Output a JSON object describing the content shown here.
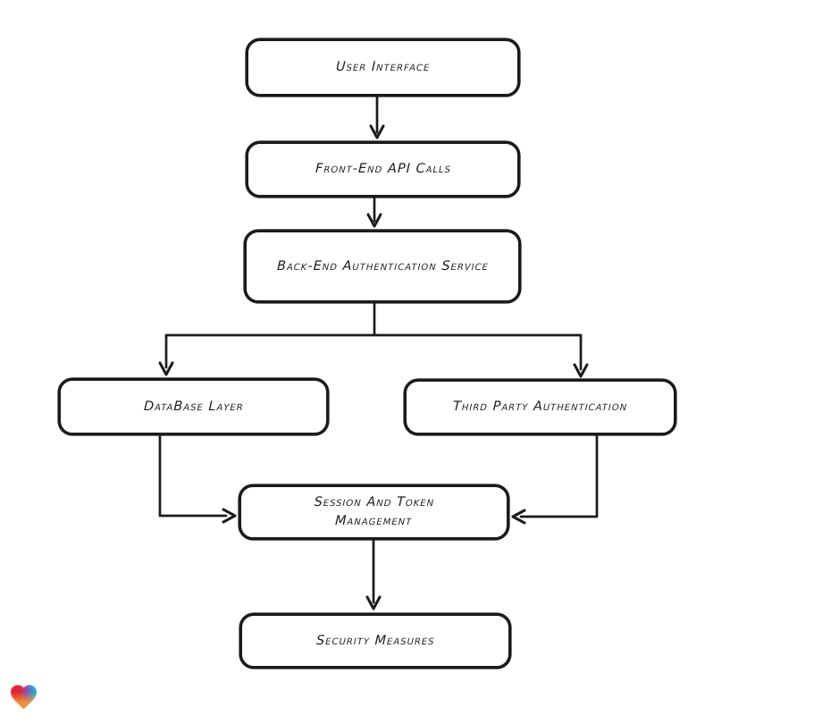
{
  "page": {
    "background_color": "#ffffff"
  },
  "diagram": {
    "stroke_color": "#1b1b1b",
    "node_fill_color": "#ffffff",
    "nodes": [
      {
        "id": "user-interface",
        "label": "User Interface"
      },
      {
        "id": "front-end-api-calls",
        "label": "Front-End API Calls"
      },
      {
        "id": "back-end-authentication-service",
        "label": "Back-End Authentication Service"
      },
      {
        "id": "database-layer",
        "label": "DataBase Layer"
      },
      {
        "id": "third-party-authentication",
        "label": "Third Party Authentication"
      },
      {
        "id": "session-and-token-management",
        "label": "Session And Token Management"
      },
      {
        "id": "security-measures",
        "label": "Security Measures"
      }
    ],
    "edges": [
      {
        "from": "user-interface",
        "to": "front-end-api-calls"
      },
      {
        "from": "front-end-api-calls",
        "to": "back-end-authentication-service"
      },
      {
        "from": "back-end-authentication-service",
        "to": "database-layer"
      },
      {
        "from": "back-end-authentication-service",
        "to": "third-party-authentication"
      },
      {
        "from": "database-layer",
        "to": "session-and-token-management"
      },
      {
        "from": "third-party-authentication",
        "to": "session-and-token-management"
      },
      {
        "from": "session-and-token-management",
        "to": "security-measures"
      }
    ]
  },
  "logo": {
    "name": "lovable-heart-logo",
    "colors": {
      "red": "#e0202f",
      "purple": "#8a53b5",
      "blue": "#2d9fd4",
      "orange": "#f49a3a"
    }
  }
}
